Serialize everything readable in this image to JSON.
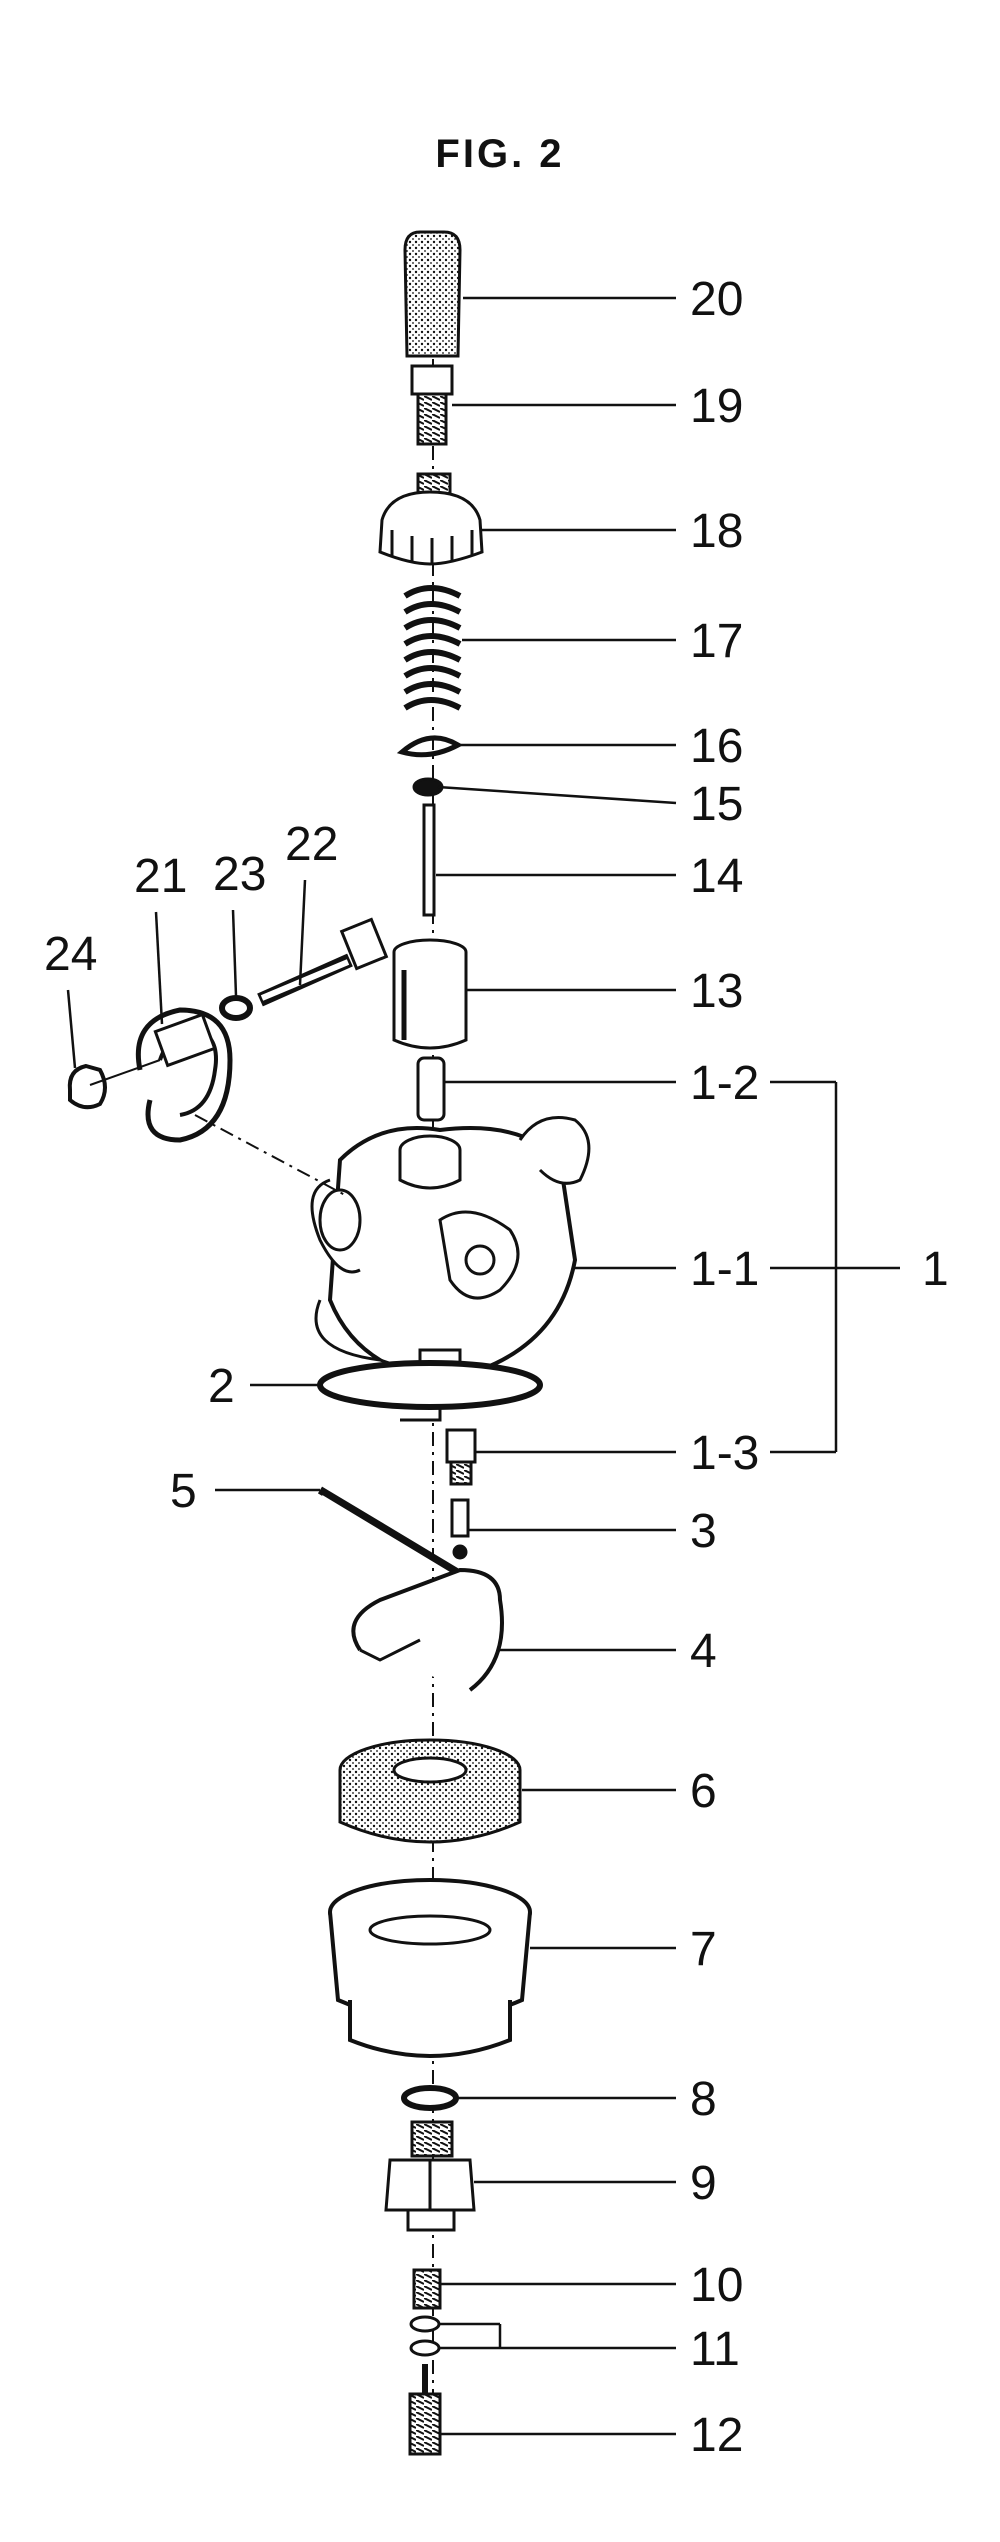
{
  "figure": {
    "title": "FIG. 2"
  },
  "callouts": {
    "p20": "20",
    "p19": "19",
    "p18": "18",
    "p17": "17",
    "p16": "16",
    "p15": "15",
    "p14": "14",
    "p13": "13",
    "p1_2": "1-2",
    "p1_1": "1-1",
    "p1": "1",
    "p2": "2",
    "p1_3": "1-3",
    "p5": "5",
    "p3": "3",
    "p4": "4",
    "p6": "6",
    "p7": "7",
    "p8": "8",
    "p9": "9",
    "p10": "10",
    "p11": "11",
    "p12": "12",
    "p22": "22",
    "p23": "23",
    "p21": "21",
    "p24": "24"
  },
  "colors": {
    "ink": "#111111",
    "paper": "#ffffff"
  }
}
